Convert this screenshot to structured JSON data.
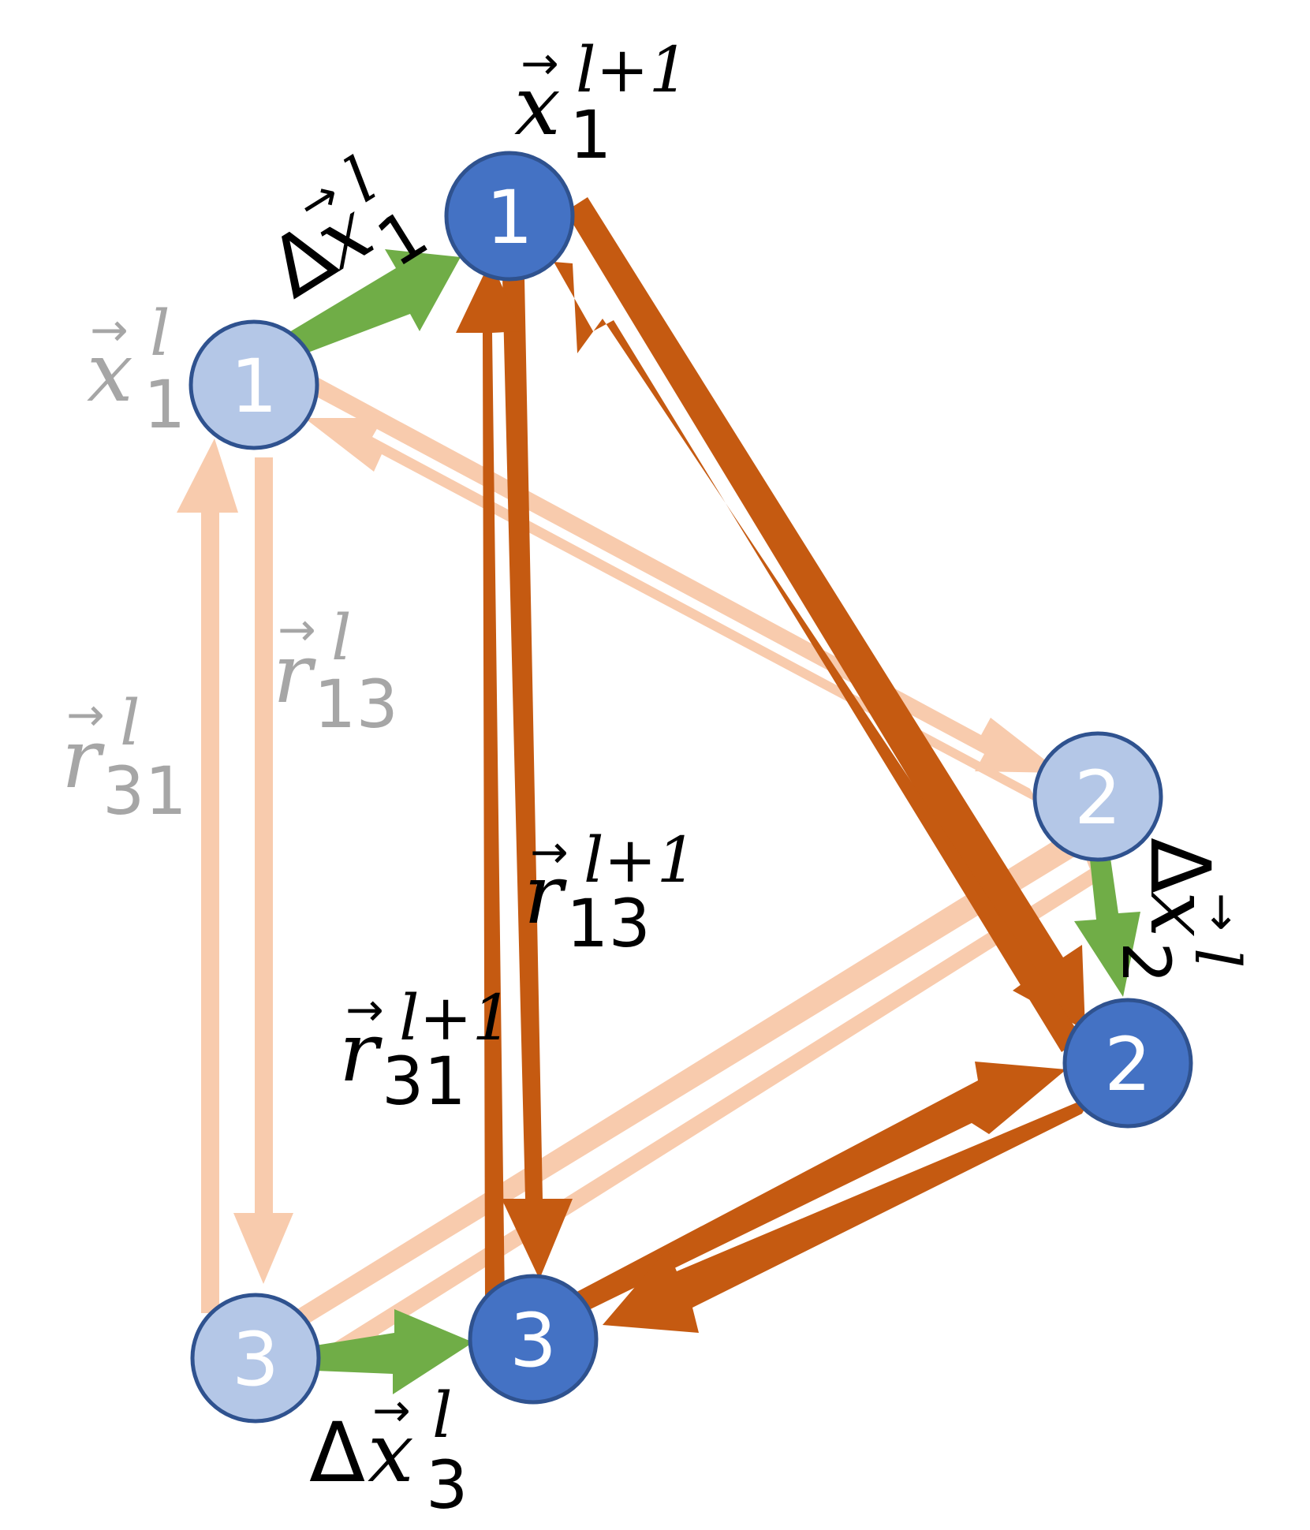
{
  "colors": {
    "old_node_fill": "#b4c7e7",
    "new_node_fill": "#4472c4",
    "node_stroke": "#2f528f",
    "old_edge": "#f8cbad",
    "new_edge": "#c55a11",
    "displacement": "#70ad47",
    "old_label": "#a6a6a6",
    "new_label": "#000000"
  },
  "old_nodes": [
    {
      "id": "1",
      "label": "1"
    },
    {
      "id": "2",
      "label": "2"
    },
    {
      "id": "3",
      "label": "3"
    }
  ],
  "new_nodes": [
    {
      "id": "1",
      "label": "1"
    },
    {
      "id": "2",
      "label": "2"
    },
    {
      "id": "3",
      "label": "3"
    }
  ],
  "labels": {
    "x1_old": {
      "delta": "",
      "base": "x",
      "sup": "l",
      "sub": "1"
    },
    "x1_new": {
      "delta": "",
      "base": "x",
      "sup": "l+1",
      "sub": "1"
    },
    "dx1": {
      "delta": "Δ",
      "base": "x",
      "sup": "l",
      "sub": "1"
    },
    "dx2": {
      "delta": "Δ",
      "base": "x",
      "sup": "l",
      "sub": "2"
    },
    "dx3": {
      "delta": "Δ",
      "base": "x",
      "sup": "l",
      "sub": "3"
    },
    "r13_old": {
      "delta": "",
      "base": "r",
      "sup": "l",
      "sub": "13"
    },
    "r31_old": {
      "delta": "",
      "base": "r",
      "sup": "l",
      "sub": "31"
    },
    "r13_new": {
      "delta": "",
      "base": "r",
      "sup": "l+1",
      "sub": "13"
    },
    "r31_new": {
      "delta": "",
      "base": "r",
      "sup": "l+1",
      "sub": "31"
    }
  },
  "vector_arrow": "→"
}
